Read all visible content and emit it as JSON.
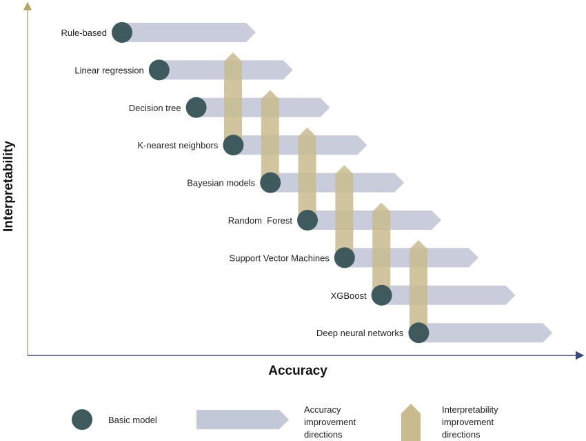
{
  "axes": {
    "x_label": "Accuracy",
    "y_label": "Interpretability"
  },
  "models": [
    {
      "label": "Rule-based"
    },
    {
      "label": "Linear regression"
    },
    {
      "label": "Decision tree"
    },
    {
      "label": "K-nearest neighbors"
    },
    {
      "label": "Bayesian models"
    },
    {
      "label": "Random  Forest"
    },
    {
      "label": "Support Vector Machines"
    },
    {
      "label": "XGBoost"
    },
    {
      "label": "Deep neural networks"
    }
  ],
  "legend": {
    "basic_model": "Basic model",
    "accuracy_lines": [
      "Accuracy",
      "improvement",
      "directions"
    ],
    "interpretability_lines": [
      "Interpretability",
      "improvement",
      "directions"
    ]
  },
  "colors": {
    "dot": "#3f5a5c",
    "accuracy_arrow": "#c3c8d8",
    "interpretability_arrow": "#c9bb8e",
    "axis_x": "#3a4a7a",
    "axis_y": "#b8a468"
  }
}
